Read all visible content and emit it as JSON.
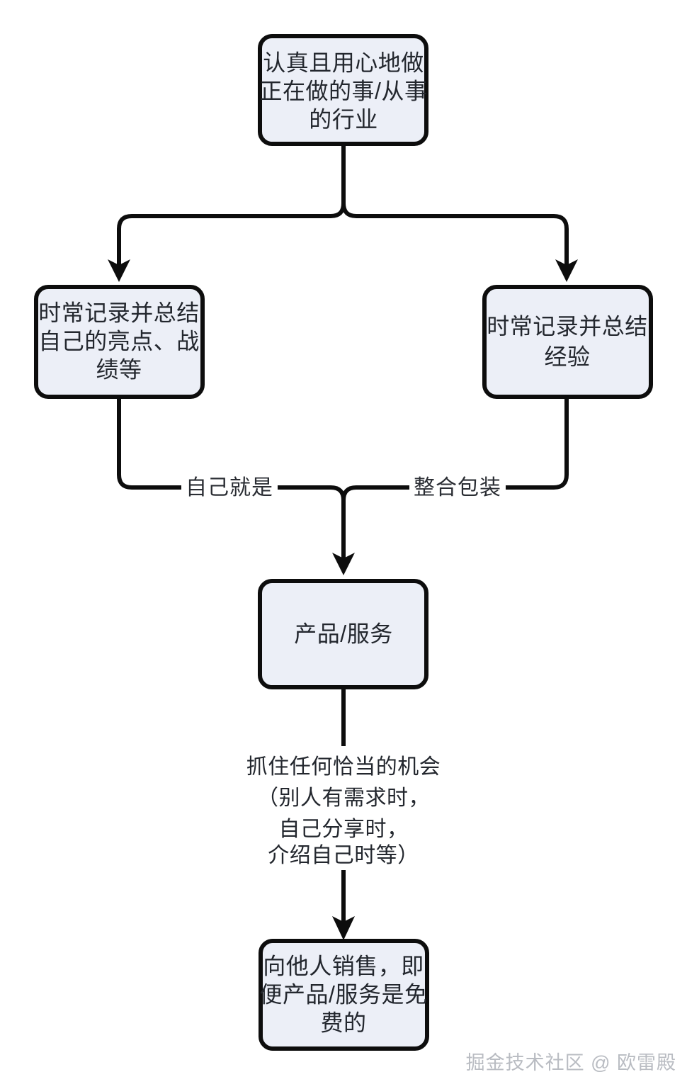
{
  "diagram": {
    "title": "个人品牌与产品化流程图",
    "background_color": "#ffffff",
    "node_fill_color": "#eceff7",
    "node_stroke_color": "#0d0d0d",
    "text_color": "#23272e",
    "nodes": {
      "start": {
        "id": "start",
        "lines": [
          "认真且用心地做",
          "正在做的事/从事",
          "的行业"
        ]
      },
      "record_highlights": {
        "id": "record_highlights",
        "lines": [
          "时常记录并总结",
          "自己的亮点、战",
          "绩等"
        ]
      },
      "record_experience": {
        "id": "record_experience",
        "lines": [
          "时常记录并总结",
          "经验"
        ]
      },
      "product_service": {
        "id": "product_service",
        "lines": [
          "产品/服务"
        ]
      },
      "sell_to_others": {
        "id": "sell_to_others",
        "lines": [
          "向他人销售，即",
          "便产品/服务是免",
          "费的"
        ]
      }
    },
    "edge_labels": {
      "self_is": "自己就是",
      "integrate_package": "整合包装"
    },
    "free_labels": {
      "seize_opportunity": [
        "抓住任何恰当的机会",
        "（别人有需求时，",
        "自己分享时，",
        "介绍自己时等）"
      ]
    },
    "watermark": {
      "text": "掘金技术社区 @ 欧雷殿",
      "color": "#b9bcc2"
    }
  }
}
